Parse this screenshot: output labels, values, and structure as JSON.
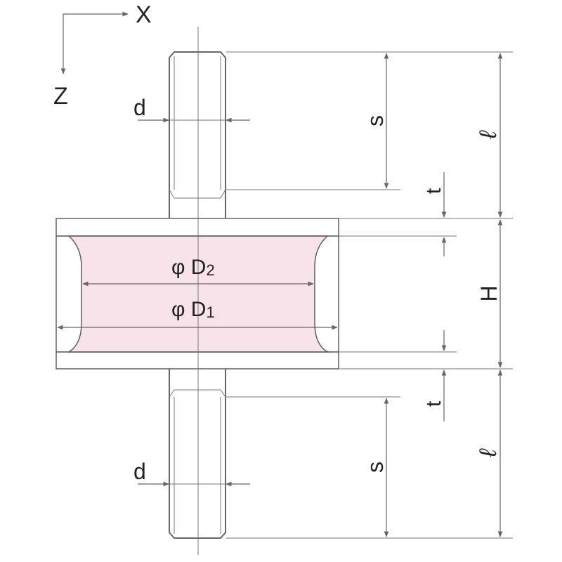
{
  "axes": {
    "x_label": "X",
    "z_label": "Z"
  },
  "labels": {
    "d_top": "d",
    "d_bottom": "d",
    "s_top": "s",
    "s_bottom": "s",
    "l_top": "ℓ",
    "l_bottom": "ℓ",
    "t_top": "t",
    "t_bottom": "t",
    "h": "H",
    "phi_d2": "φ D",
    "phi_d2_sub": "2",
    "phi_d1": "φ D",
    "phi_d1_sub": "1"
  },
  "colors": {
    "rubber_fill": "#f8e3ea",
    "line": "#555555",
    "text": "#222222"
  }
}
